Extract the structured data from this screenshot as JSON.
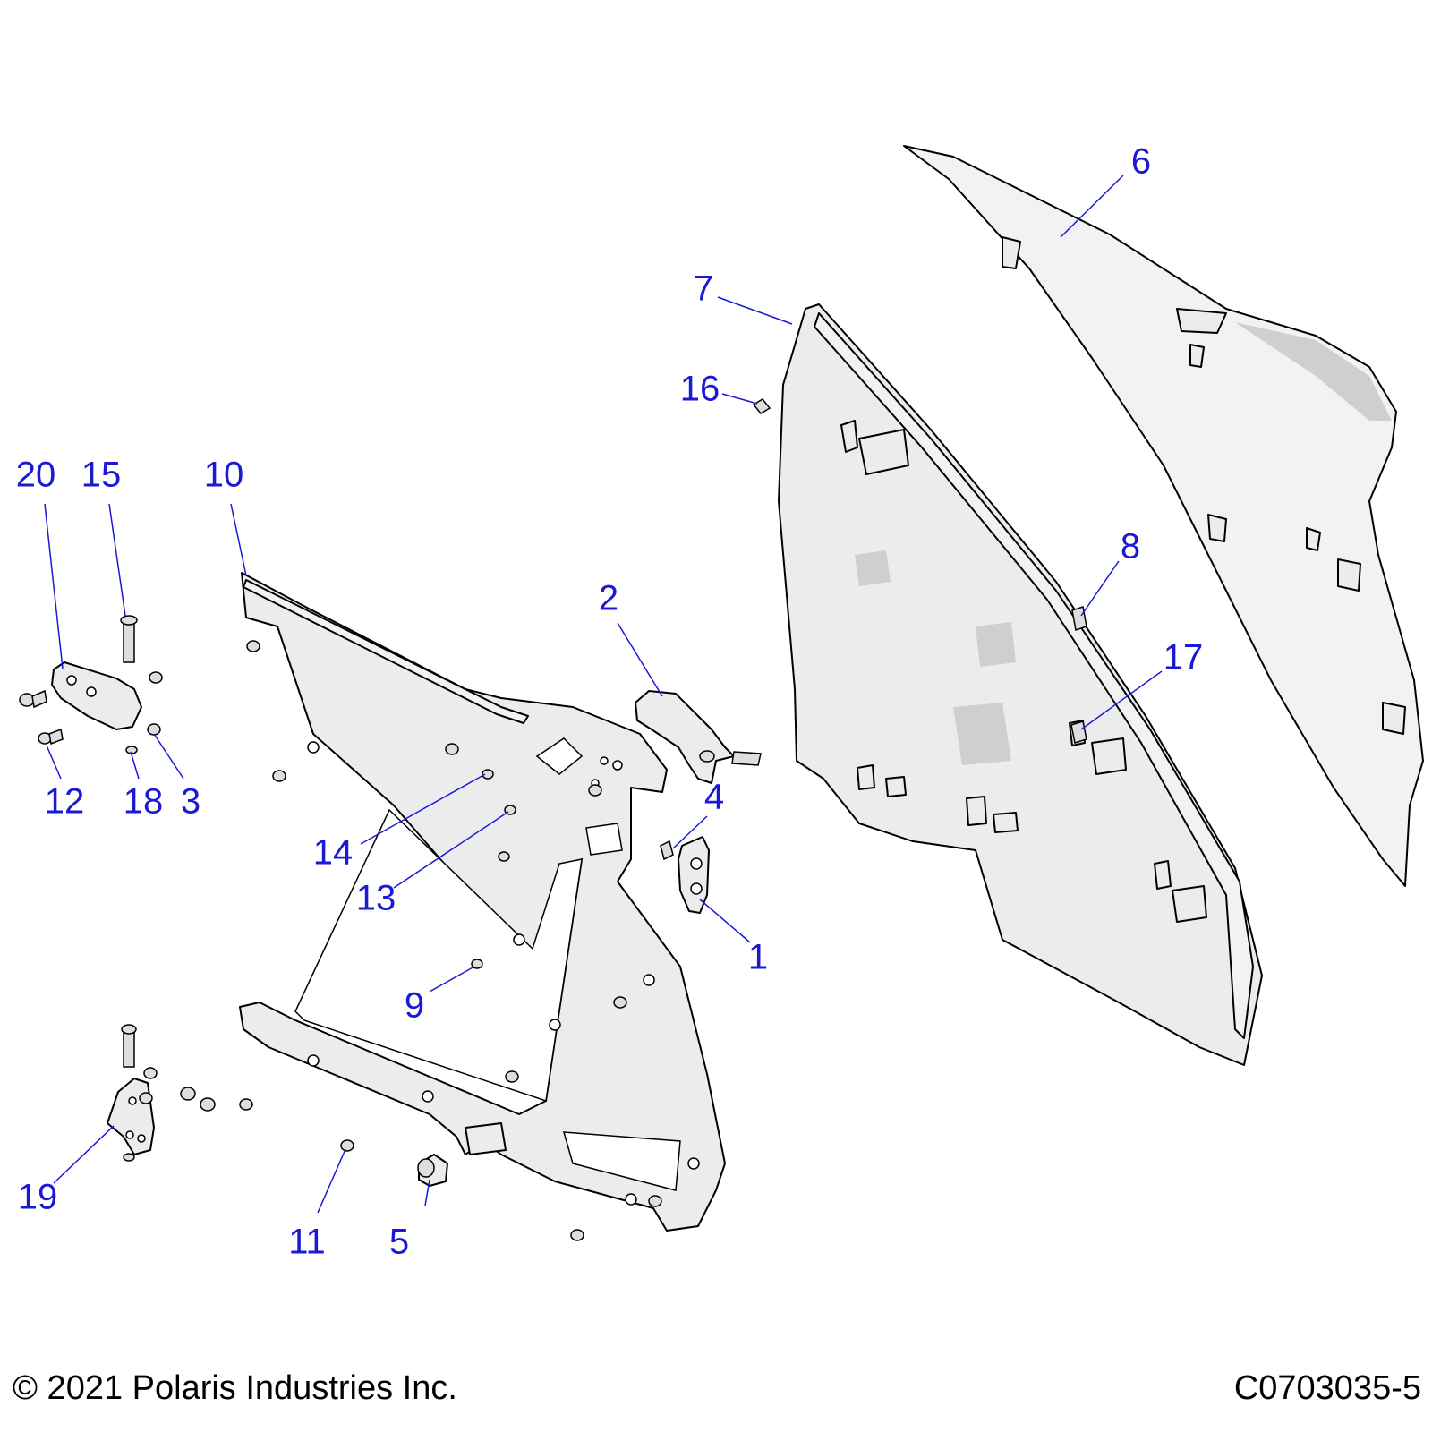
{
  "callouts": [
    {
      "id": "1",
      "label": "1"
    },
    {
      "id": "2",
      "label": "2"
    },
    {
      "id": "3",
      "label": "3"
    },
    {
      "id": "4",
      "label": "4"
    },
    {
      "id": "5",
      "label": "5"
    },
    {
      "id": "6",
      "label": "6"
    },
    {
      "id": "7",
      "label": "7"
    },
    {
      "id": "8",
      "label": "8"
    },
    {
      "id": "9",
      "label": "9"
    },
    {
      "id": "10",
      "label": "10"
    },
    {
      "id": "11",
      "label": "11"
    },
    {
      "id": "12",
      "label": "12"
    },
    {
      "id": "13",
      "label": "13"
    },
    {
      "id": "14",
      "label": "14"
    },
    {
      "id": "15",
      "label": "15"
    },
    {
      "id": "16",
      "label": "16"
    },
    {
      "id": "17",
      "label": "17"
    },
    {
      "id": "18",
      "label": "18"
    },
    {
      "id": "19",
      "label": "19"
    },
    {
      "id": "20",
      "label": "20"
    }
  ],
  "footer": {
    "copyright": "© 2021 Polaris Industries Inc.",
    "drawing_number": "C0703035-5"
  },
  "colors": {
    "callout": "#1a1ad6",
    "part_fill": "#ececec",
    "outline": "#000000"
  }
}
